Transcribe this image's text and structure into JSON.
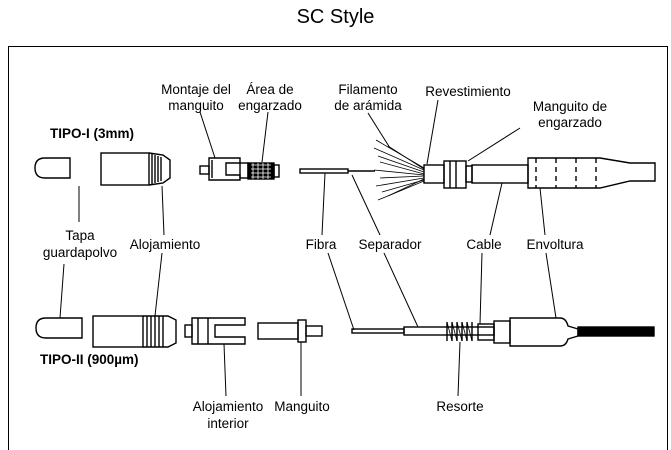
{
  "title": "SC Style",
  "types": {
    "type1": "TIPO-I (3mm)",
    "type2": "TIPO-II (900µm)"
  },
  "labels": {
    "montaje_1": "Montaje del",
    "montaje_2": "manguito",
    "area_1": "Área de",
    "area_2": "engarzado",
    "filamento_1": "Filamento",
    "filamento_2": "de arámida",
    "revestimiento": "Revestimiento",
    "manguito_eng_1": "Manguito de",
    "manguito_eng_2": "engarzado",
    "tapa_1": "Tapa",
    "tapa_2": "guardapolvo",
    "alojamiento": "Alojamiento",
    "fibra": "Fibra",
    "separador": "Separador",
    "cable": "Cable",
    "envoltura": "Envoltura",
    "aloj_int_1": "Alojamiento",
    "aloj_int_2": "interior",
    "manguito": "Manguito",
    "resorte": "Resorte"
  }
}
